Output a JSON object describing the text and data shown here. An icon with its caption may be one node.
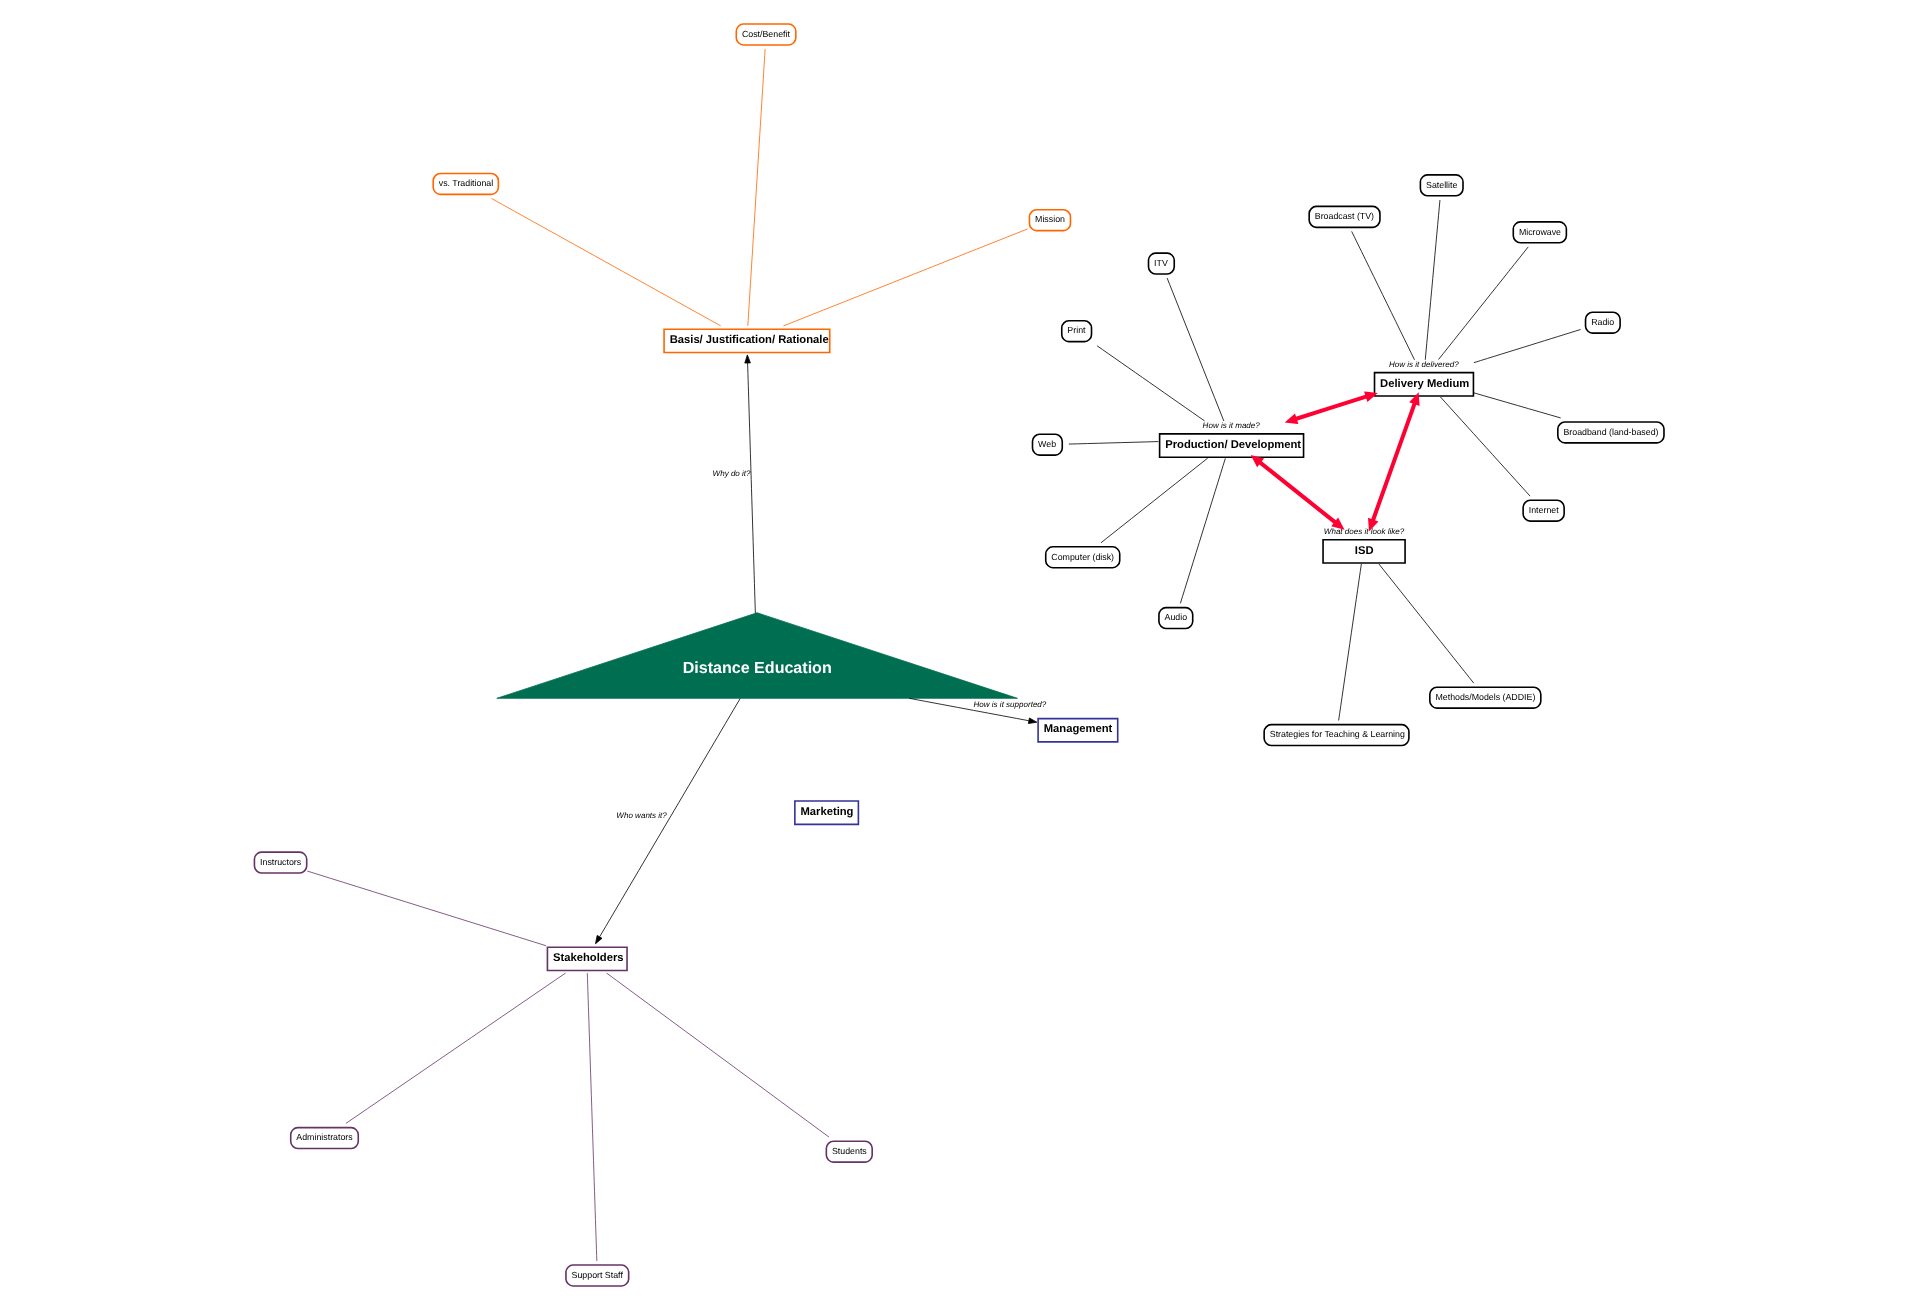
{
  "diagram": {
    "nodes": [
      {
        "text": [
          "Distance Education"
        ]
      },
      {
        "text": [
          "ISD"
        ],
        "beside": [
          "What does it look like?"
        ]
      },
      {
        "text": [
          "Methods/Models (ADDIE)"
        ]
      },
      {
        "text": [
          "Strategies for Teaching & Learning"
        ]
      },
      {
        "text": [
          "Basis/ Justification/ Rationale"
        ]
      },
      {
        "text": [
          "Mission"
        ]
      },
      {
        "text": [
          "vs. Traditional"
        ]
      },
      {
        "text": [
          "Cost/Benefit"
        ]
      },
      {
        "text": [
          "Stakeholders"
        ]
      },
      {
        "text": [
          "Instructors"
        ]
      },
      {
        "text": [
          "Students"
        ]
      },
      {
        "text": [
          "Administrators"
        ]
      },
      {
        "text": [
          "Support Staff"
        ]
      },
      {
        "text": [
          "Production/ Development"
        ],
        "beside": [
          "How is it made?"
        ]
      },
      {
        "text": [
          "ITV"
        ]
      },
      {
        "text": [
          "Print"
        ]
      },
      {
        "text": [
          "Web"
        ]
      },
      {
        "text": [
          "Audio"
        ]
      },
      {
        "text": [
          "Computer (disk)"
        ]
      },
      {
        "text": [
          "Delivery Medium"
        ],
        "beside": [
          "How is it delivered?"
        ]
      },
      {
        "text": [
          "Internet"
        ]
      },
      {
        "text": [
          "Broadcast (TV)"
        ]
      },
      {
        "text": [
          "Radio"
        ]
      },
      {
        "text": [
          "Microwave"
        ]
      },
      {
        "text": [
          "Satellite"
        ]
      },
      {
        "text": [
          "Broadband (land-based)"
        ]
      },
      {
        "text": [
          "Management"
        ]
      },
      {
        "text": [
          "Marketing"
        ]
      }
    ],
    "edges": [
      {
        "from": 1,
        "to": 2,
        "arrow": "none"
      },
      {
        "from": 1,
        "to": 3,
        "arrow": "none"
      },
      {
        "from": 0,
        "to": 4,
        "arrow": "to",
        "label": "Why do it?"
      },
      {
        "from": 4,
        "to": 5,
        "arrow": "none",
        "color": "#ff6600"
      },
      {
        "from": 4,
        "to": 6,
        "arrow": "none",
        "color": "#ff6600"
      },
      {
        "from": 4,
        "to": 7,
        "arrow": "none",
        "color": "#ff6600"
      },
      {
        "from": 0,
        "to": 8,
        "arrow": "to",
        "label": "Who wants it?"
      },
      {
        "from": 8,
        "to": 9,
        "arrow": "none",
        "color": "#663366"
      },
      {
        "from": 8,
        "to": 10,
        "arrow": "none",
        "color": "#663366"
      },
      {
        "from": 8,
        "to": 11,
        "arrow": "none",
        "color": "#663366"
      },
      {
        "from": 8,
        "to": 12,
        "arrow": "none",
        "color": "#663366"
      },
      {
        "from": 1,
        "to": 13,
        "arrow": "both",
        "style": "thick",
        "color": "#ff0033"
      },
      {
        "from": 1,
        "to": 19,
        "arrow": "both",
        "style": "thick",
        "color": "#ff0033"
      },
      {
        "from": 13,
        "to": 19,
        "arrow": "both",
        "style": "thick",
        "color": "#ff0033"
      },
      {
        "from": 13,
        "to": 14,
        "arrow": "none"
      },
      {
        "from": 13,
        "to": 15,
        "arrow": "none"
      },
      {
        "from": 13,
        "to": 16,
        "arrow": "none"
      },
      {
        "from": 13,
        "to": 17,
        "arrow": "none"
      },
      {
        "from": 13,
        "to": 18,
        "arrow": "none"
      },
      {
        "from": 19,
        "to": 20,
        "arrow": "none"
      },
      {
        "from": 19,
        "to": 21,
        "arrow": "none"
      },
      {
        "from": 19,
        "to": 22,
        "arrow": "none"
      },
      {
        "from": 19,
        "to": 23,
        "arrow": "none"
      },
      {
        "from": 19,
        "to": 24,
        "arrow": "none"
      },
      {
        "from": 19,
        "to": 25,
        "arrow": "none"
      },
      {
        "from": 0,
        "to": 26,
        "arrow": "to",
        "label": "How is it supported?"
      }
    ]
  }
}
